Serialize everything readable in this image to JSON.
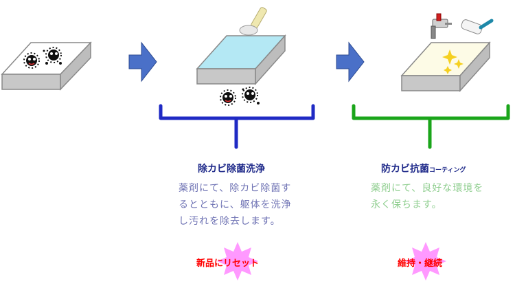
{
  "stage2": {
    "title": "除カビ除菌洗浄",
    "description_lines": [
      "薬剤にて、除カビ除菌す",
      "るとともに、躯体を洗浄",
      "し汚れを除去します。"
    ],
    "badge": "新品にリセット"
  },
  "stage3": {
    "title": "防カビ抗菌",
    "title_suffix": "コーティング",
    "description_lines": [
      "薬剤にて、良好な環境を",
      "永く保ちます。"
    ],
    "badge": "維持・継続"
  },
  "colors": {
    "title": "#1f2a8a",
    "text_blue": "#6f73b4",
    "text_green": "#8fce8f",
    "badge_text": "#ff0000",
    "bracket_blue": "#1f2ac4",
    "bracket_green": "#1aa51a",
    "arrow": "#4a70c8",
    "burst": "#ff99ff"
  }
}
